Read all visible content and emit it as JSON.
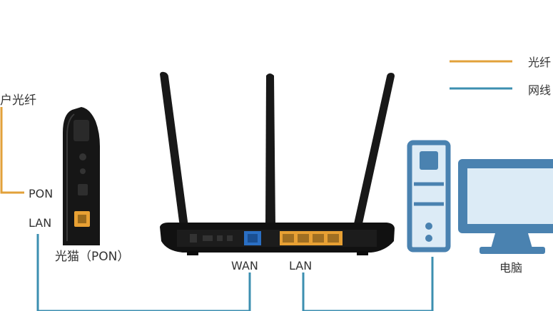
{
  "legend": {
    "items": [
      {
        "label": "光纤",
        "color": "#E2A13A"
      },
      {
        "label": "网线",
        "color": "#3C8FB0"
      }
    ]
  },
  "labels": {
    "fiber_in": "户光纤",
    "pon_port": "PON",
    "lan_port": "LAN",
    "modem": "光猫（PON）",
    "router_wan": "WAN",
    "router_lan": "LAN",
    "computer": "电脑"
  },
  "colors": {
    "fiber": "#E2A13A",
    "ethernet": "#3C8FB0",
    "device_dark": "#151515",
    "computer_blue": "#4A82B0",
    "computer_light": "#DCEBF6"
  }
}
